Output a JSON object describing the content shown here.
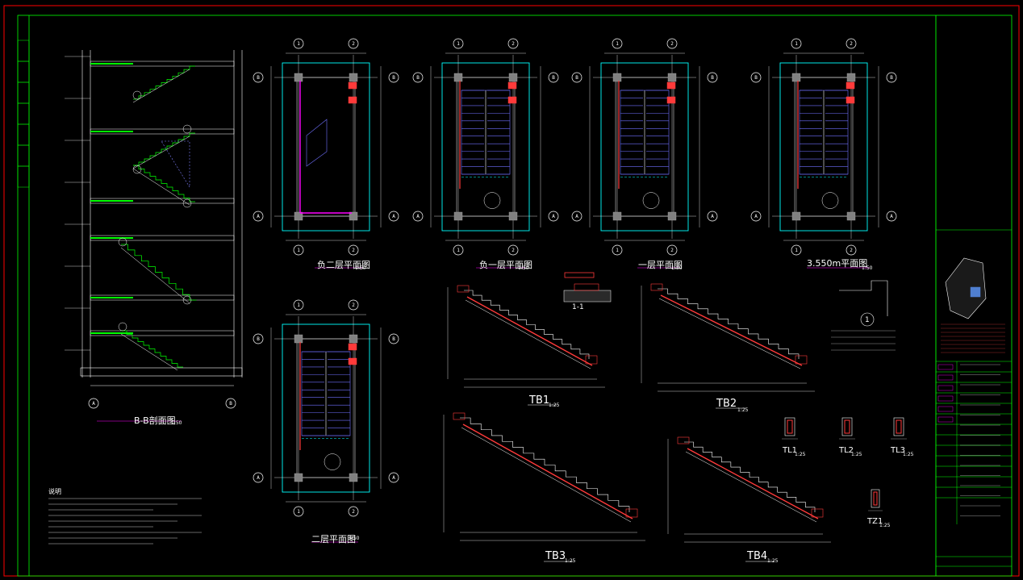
{
  "colors": {
    "background": "#000000",
    "border": "#ff0000",
    "frame": "#00ff00",
    "wall": "#00ffff",
    "stair": "#ff3a3a",
    "treads": "#7070ff",
    "column": "#808080",
    "dim": "#ffffff",
    "magenta": "#ff00ff"
  },
  "drawings": {
    "section_bb": {
      "caption": "B-B剖面图",
      "scale": "1:50"
    },
    "plan_b2": {
      "caption": "负二层平面图",
      "scale": "1:50"
    },
    "plan_b1": {
      "caption": "负一层平面图",
      "scale": "1:50"
    },
    "plan_1f": {
      "caption": "一层平面图",
      "scale": "1:50"
    },
    "plan_3550": {
      "caption": "3.550m平面图",
      "scale": "1:50"
    },
    "plan_2f": {
      "caption": "二层平面图",
      "scale": "1:50"
    },
    "tb1": {
      "caption": "TB1",
      "scale": "1:25"
    },
    "tb2": {
      "caption": "TB2",
      "scale": "1:25"
    },
    "tb3": {
      "caption": "TB3",
      "scale": "1:25"
    },
    "tb4": {
      "caption": "TB4",
      "scale": "1:25"
    },
    "tl1": {
      "caption": "TL1",
      "scale": "1:25"
    },
    "tl2": {
      "caption": "TL2",
      "scale": "1:25"
    },
    "tl3": {
      "caption": "TL3",
      "scale": "1:25"
    },
    "tz1": {
      "caption": "TZ1",
      "scale": "1:25"
    },
    "section_11": {
      "caption": "1-1"
    },
    "detail_1": {
      "caption": "1"
    }
  },
  "axes": {
    "left_col": "1",
    "right_col": "2",
    "bottom_row": "A",
    "top_row": "B"
  },
  "notes": {
    "heading": "说明"
  }
}
